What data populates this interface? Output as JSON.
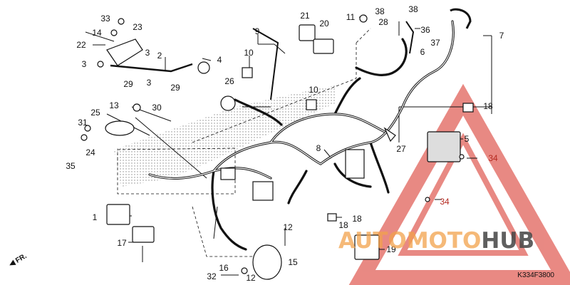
{
  "diagram": {
    "callouts": [
      "33",
      "23",
      "14",
      "22",
      "3",
      "3",
      "2",
      "4",
      "3",
      "29",
      "29",
      "26",
      "9",
      "10",
      "21",
      "20",
      "10",
      "11",
      "38",
      "38",
      "28",
      "36",
      "37",
      "6",
      "7",
      "13",
      "25",
      "30",
      "31",
      "24",
      "35",
      "8",
      "18",
      "5",
      "27",
      "34",
      "34",
      "1",
      "17",
      "18",
      "18",
      "12",
      "12",
      "15",
      "16",
      "32",
      "19"
    ],
    "front_arrow_label": "FR.",
    "diagram_code": "K334F3800"
  },
  "watermark": {
    "part_a": "AUTOMOTO",
    "part_b": "HUB",
    "triangle_color": "#e1625a",
    "text_color_a": "#f2a24c",
    "text_color_b": "#444444"
  }
}
